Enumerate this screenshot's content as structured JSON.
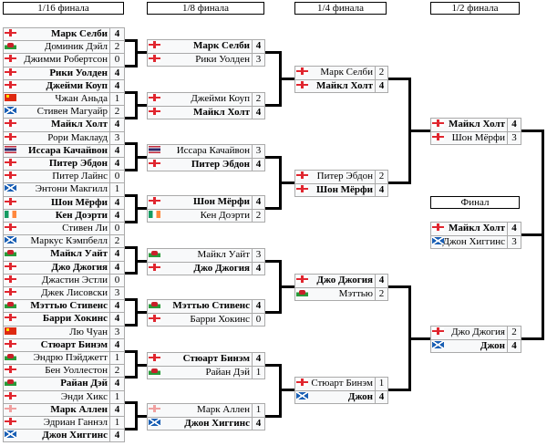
{
  "headers": {
    "r32": "1/16 финала",
    "r16": "1/8 финала",
    "qf": "1/4 финала",
    "sf": "1/2 финала",
    "final": "Финал"
  },
  "rounds": {
    "r32": [
      [
        {
          "name": "Марк Селби",
          "flag": "eng",
          "score": "4",
          "winner": true
        },
        {
          "name": "Доминик Дэйл",
          "flag": "wal",
          "score": "2",
          "winner": false
        }
      ],
      [
        {
          "name": "Джимми Робертсон",
          "flag": "eng",
          "score": "0",
          "winner": false
        },
        {
          "name": "Рики Уолден",
          "flag": "eng",
          "score": "4",
          "winner": true
        }
      ],
      [
        {
          "name": "Джейми Коуп",
          "flag": "eng",
          "score": "4",
          "winner": true
        },
        {
          "name": "Чжан Аньда",
          "flag": "chn",
          "score": "1",
          "winner": false
        }
      ],
      [
        {
          "name": "Стивен Магуайр",
          "flag": "sco",
          "score": "2",
          "winner": false
        },
        {
          "name": "Майкл Холт",
          "flag": "eng",
          "score": "4",
          "winner": true
        }
      ],
      [
        {
          "name": "Рори Маклауд",
          "flag": "eng",
          "score": "3",
          "winner": false
        },
        {
          "name": "Иссара Качайвон",
          "flag": "tha",
          "score": "4",
          "winner": true
        }
      ],
      [
        {
          "name": "Питер Эбдон",
          "flag": "eng",
          "score": "4",
          "winner": true
        },
        {
          "name": "Питер Лайнс",
          "flag": "eng",
          "score": "0",
          "winner": false
        }
      ],
      [
        {
          "name": "Энтони Макгилл",
          "flag": "sco",
          "score": "1",
          "winner": false
        },
        {
          "name": "Шон Мёрфи",
          "flag": "eng",
          "score": "4",
          "winner": true
        }
      ],
      [
        {
          "name": "Кен Доэрти",
          "flag": "irl",
          "score": "4",
          "winner": true
        },
        {
          "name": "Стивен Ли",
          "flag": "eng",
          "score": "0",
          "winner": false
        }
      ],
      [
        {
          "name": "Маркус Кэмпбелл",
          "flag": "sco",
          "score": "2",
          "winner": false
        },
        {
          "name": "Майкл Уайт",
          "flag": "wal",
          "score": "4",
          "winner": true
        }
      ],
      [
        {
          "name": "Джо Джогия",
          "flag": "eng",
          "score": "4",
          "winner": true
        },
        {
          "name": "Джастин Эстли",
          "flag": "eng",
          "score": "0",
          "winner": false
        }
      ],
      [
        {
          "name": "Джек Лисовски",
          "flag": "eng",
          "score": "3",
          "winner": false
        },
        {
          "name": "Мэттью Стивенс",
          "flag": "wal",
          "score": "4",
          "winner": true
        }
      ],
      [
        {
          "name": "Барри Хокинс",
          "flag": "eng",
          "score": "4",
          "winner": true
        },
        {
          "name": "Лю Чуан",
          "flag": "chn",
          "score": "3",
          "winner": false
        }
      ],
      [
        {
          "name": "Стюарт Бинэм",
          "flag": "eng",
          "score": "4",
          "winner": true
        },
        {
          "name": "Эндрю Пэйджетт",
          "flag": "wal",
          "score": "1",
          "winner": false
        }
      ],
      [
        {
          "name": "Бен Уоллестон",
          "flag": "eng",
          "score": "2",
          "winner": false
        },
        {
          "name": "Райан Дэй",
          "flag": "wal",
          "score": "4",
          "winner": true
        }
      ],
      [
        {
          "name": "Энди Хикс",
          "flag": "eng",
          "score": "1",
          "winner": false
        },
        {
          "name": "Марк Аллен",
          "flag": "nir",
          "score": "4",
          "winner": true
        }
      ],
      [
        {
          "name": "Эдриан Ганнэл",
          "flag": "eng",
          "score": "1",
          "winner": false
        },
        {
          "name": "Джон Хиггинс",
          "flag": "sco",
          "score": "4",
          "winner": true
        }
      ]
    ],
    "r16": [
      [
        {
          "name": "Марк Селби",
          "flag": "eng",
          "score": "4",
          "winner": true
        },
        {
          "name": "Рики Уолден",
          "flag": "eng",
          "score": "3",
          "winner": false
        }
      ],
      [
        {
          "name": "Джейми Коуп",
          "flag": "eng",
          "score": "2",
          "winner": false
        },
        {
          "name": "Майкл Холт",
          "flag": "eng",
          "score": "4",
          "winner": true
        }
      ],
      [
        {
          "name": "Иссара Качайвон",
          "flag": "tha",
          "score": "3",
          "winner": false
        },
        {
          "name": "Питер Эбдон",
          "flag": "eng",
          "score": "4",
          "winner": true
        }
      ],
      [
        {
          "name": "Шон Мёрфи",
          "flag": "eng",
          "score": "4",
          "winner": true
        },
        {
          "name": "Кен Доэрти",
          "flag": "irl",
          "score": "2",
          "winner": false
        }
      ],
      [
        {
          "name": "Майкл Уайт",
          "flag": "wal",
          "score": "3",
          "winner": false
        },
        {
          "name": "Джо Джогия",
          "flag": "eng",
          "score": "4",
          "winner": true
        }
      ],
      [
        {
          "name": "Мэттью Стивенс",
          "flag": "wal",
          "score": "4",
          "winner": true
        },
        {
          "name": "Барри Хокинс",
          "flag": "eng",
          "score": "0",
          "winner": false
        }
      ],
      [
        {
          "name": "Стюарт Бинэм",
          "flag": "eng",
          "score": "4",
          "winner": true
        },
        {
          "name": "Райан Дэй",
          "flag": "wal",
          "score": "1",
          "winner": false
        }
      ],
      [
        {
          "name": "Марк Аллен",
          "flag": "nir",
          "score": "1",
          "winner": false
        },
        {
          "name": "Джон Хиггинс",
          "flag": "sco",
          "score": "4",
          "winner": true
        }
      ]
    ],
    "qf": [
      [
        {
          "name": "Марк Селби",
          "flag": "eng",
          "score": "2",
          "winner": false
        },
        {
          "name": "Майкл Холт",
          "flag": "eng",
          "score": "4",
          "winner": true
        }
      ],
      [
        {
          "name": "Питер Эбдон",
          "flag": "eng",
          "score": "2",
          "winner": false
        },
        {
          "name": "Шон Мёрфи",
          "flag": "eng",
          "score": "4",
          "winner": true
        }
      ],
      [
        {
          "name": "Джо Джогия",
          "flag": "eng",
          "score": "4",
          "winner": true
        },
        {
          "name": "Мэттью",
          "flag": "wal",
          "score": "2",
          "winner": false
        }
      ],
      [
        {
          "name": "Стюарт Бинэм",
          "flag": "eng",
          "score": "1",
          "winner": false
        },
        {
          "name": "Джон",
          "flag": "sco",
          "score": "4",
          "winner": true
        }
      ]
    ],
    "sf": [
      [
        {
          "name": "Майкл Холт",
          "flag": "eng",
          "score": "4",
          "winner": true
        },
        {
          "name": "Шон Мёрфи",
          "flag": "eng",
          "score": "3",
          "winner": false
        }
      ],
      [
        {
          "name": "Джо Джогия",
          "flag": "eng",
          "score": "2",
          "winner": false
        },
        {
          "name": "Джон",
          "flag": "sco",
          "score": "4",
          "winner": true
        }
      ]
    ],
    "final": [
      [
        {
          "name": "Майкл Холт",
          "flag": "eng",
          "score": "4",
          "winner": true
        },
        {
          "name": "Джон Хиггинс",
          "flag": "sco",
          "score": "3",
          "winner": false
        }
      ]
    ]
  }
}
